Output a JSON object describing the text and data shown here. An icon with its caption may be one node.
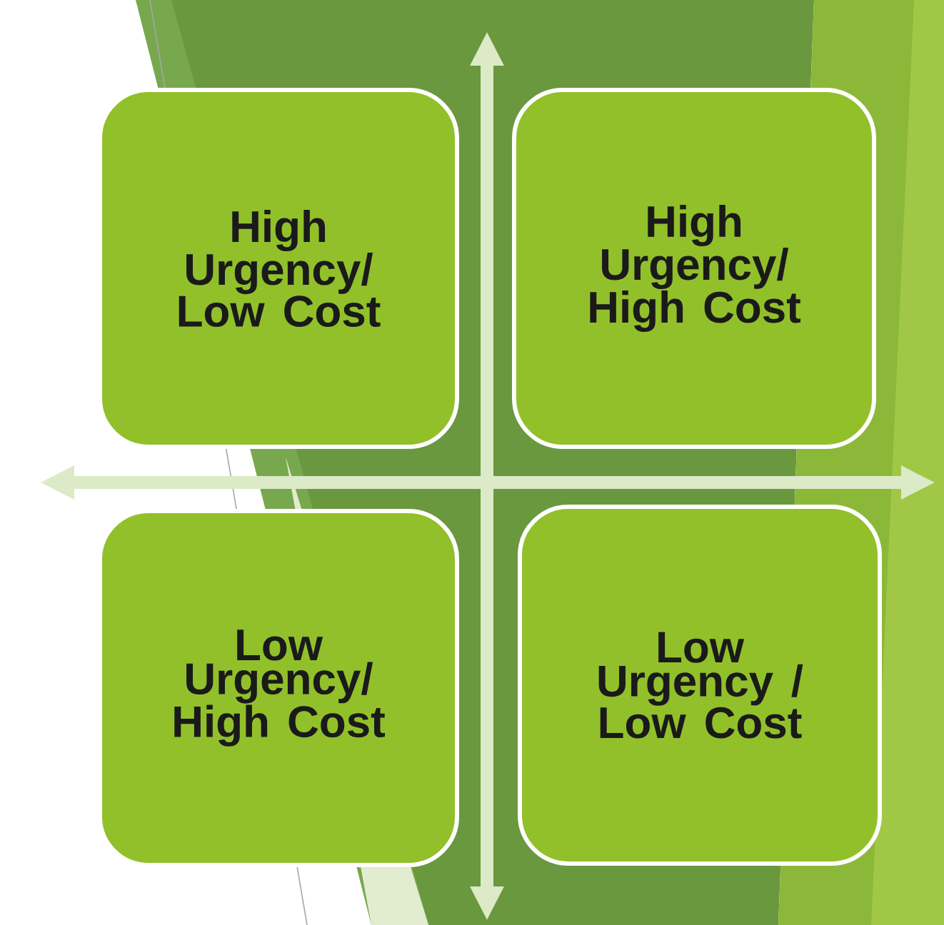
{
  "diagram": {
    "nodes": [
      {
        "text": [
          "High Urgency/ Low Cost"
        ]
      },
      {
        "text": [
          "High Urgency/ High Cost"
        ]
      },
      {
        "text": [
          "Low Urgency/ High Cost"
        ]
      },
      {
        "text": [
          "Low Urgency / Low Cost"
        ]
      }
    ]
  }
}
